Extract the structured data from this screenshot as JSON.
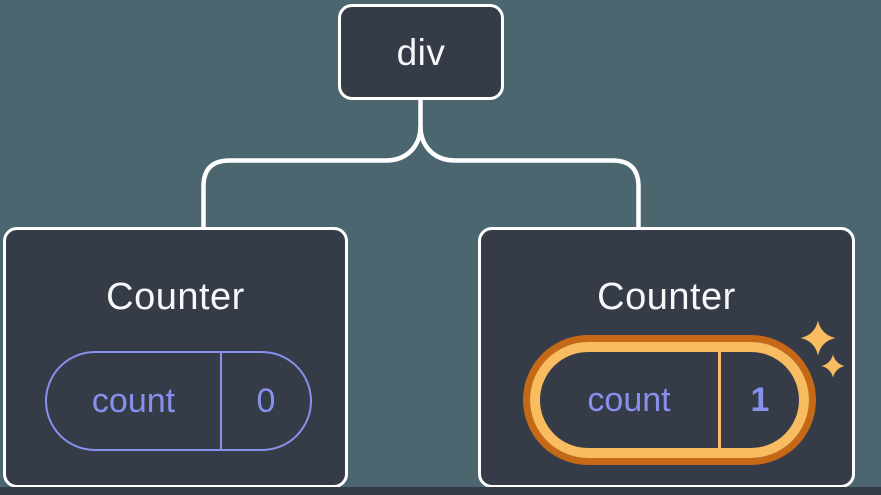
{
  "colors": {
    "background": "#4C6670",
    "card_background": "#353B47",
    "card_border": "#FFFFFF",
    "connector": "#FFFFFF",
    "text_primary": "#F6F7F9",
    "state_accent_purple": "#8790EC",
    "highlight_ring_outer": "#C66916",
    "highlight_ring_inner": "#FABC61",
    "sparkle": "#FABC61"
  },
  "icons": {
    "sparkles-icon": "✦"
  },
  "tree": {
    "root": {
      "label": "div"
    },
    "children": [
      {
        "title": "Counter",
        "state": {
          "key": "count",
          "value": "0"
        },
        "highlighted": false
      },
      {
        "title": "Counter",
        "state": {
          "key": "count",
          "value": "1"
        },
        "highlighted": true
      }
    ]
  }
}
